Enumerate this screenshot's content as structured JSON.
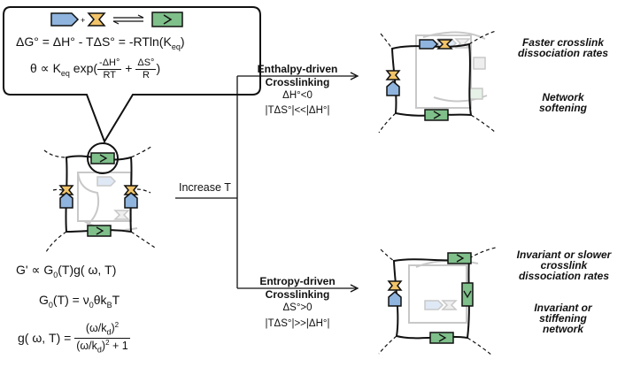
{
  "equilibrium": {
    "gibbs": "ΔG° = ΔH° - TΔS° = -RTln(K",
    "gibbs_sub": "eq",
    "gibbs_end": ")",
    "theta": "θ ∝ K",
    "theta_sub": "eq",
    "theta_exp": " exp(",
    "frac1_num": "-ΔH°",
    "frac1_den": "RT",
    "plus": "+",
    "frac2_num": "ΔS°",
    "frac2_den": "R",
    "theta_end": ")"
  },
  "branch_label": "Increase T",
  "enthalpy": {
    "title_line1": "Enthalpy-driven",
    "title_line2": "Crosslinking",
    "cond1": "ΔH°<0",
    "cond2": "|TΔS°|<<|ΔH°|",
    "outcome1": "Faster crosslink dissociation rates",
    "outcome2": "Network softening"
  },
  "entropy": {
    "title_line1": "Entropy-driven",
    "title_line2": "Crosslinking",
    "cond1": "ΔS°>0",
    "cond2": "|TΔS°|>>|ΔH°|",
    "outcome1": "Invariant or slower crosslink dissociation rates",
    "outcome2": "Invariant or stiffening network"
  },
  "modulus": {
    "g_prime": "G' ∝ G",
    "g_prime_sub": "0",
    "g_prime_end": "(T)g( ω, T)",
    "g0": "G",
    "g0_sub": "0",
    "g0_mid": "(T) = ν",
    "g0_sub2": "0",
    "g0_mid2": "θk",
    "g0_sub3": "B",
    "g0_end": "T",
    "gw_left": "g( ω, T) =",
    "gw_num": "(ω/k",
    "gw_num_sub": "d",
    "gw_num_end": ")",
    "gw_num_sup": "2",
    "gw_den": "(ω/k",
    "gw_den_sub": "d",
    "gw_den_end": ")",
    "gw_den_sup": "2",
    "gw_den_tail": " + 1"
  },
  "colors": {
    "blue": "#8fb4de",
    "yellow": "#f2c469",
    "green": "#7fbf8a",
    "grey": "#c8c8c8",
    "line": "#111111"
  }
}
